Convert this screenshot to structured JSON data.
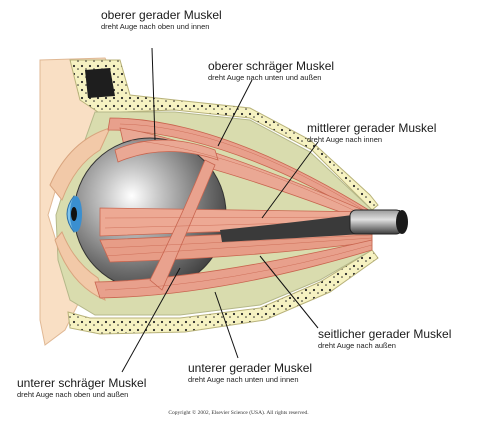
{
  "labels": {
    "superior_rectus": {
      "title": "oberer gerader Muskel",
      "subtitle": "dreht Auge nach oben und innen"
    },
    "superior_oblique": {
      "title": "oberer schräger Muskel",
      "subtitle": "dreht Auge nach unten und außen"
    },
    "medial_rectus": {
      "title": "mittlerer gerader Muskel",
      "subtitle": "dreht Auge nach innen"
    },
    "lateral_rectus": {
      "title": "seitlicher gerader Muskel",
      "subtitle": "dreht Auge nach außen"
    },
    "inferior_rectus": {
      "title": "unterer gerader Muskel",
      "subtitle": "dreht Auge nach unten und innen"
    },
    "inferior_oblique": {
      "title": "unterer schräger Muskel",
      "subtitle": "dreht Auge nach oben und außen"
    }
  },
  "copyright": "Copyright © 2002, Elsevier Science (USA). All rights reserved.",
  "colors": {
    "muscle": "#e8a08c",
    "muscle_line": "#c8654f",
    "fat": "#d9dcae",
    "bone": "#f6f2c2",
    "skin": "#f9dfc4",
    "eyeball": "#8a8a8a",
    "iris": "#3a8fd0",
    "nerve": "#555555"
  }
}
